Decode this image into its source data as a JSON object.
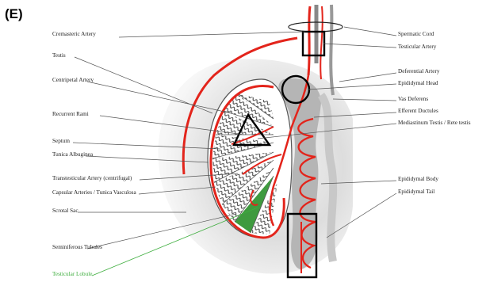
{
  "panel_label": "(E)",
  "labels_left": [
    "Cremasteric Artery",
    "Testis",
    "Centripetal Artery",
    "Recurrent Rami",
    "Septum",
    "Tunica Albuginea",
    "Transtesticular Artery (centrifugal)",
    "Capsular Arteries / Tunica Vasculosa",
    "Scrotal Sac",
    "Seminiferous Tubules",
    "Testicular Lobule"
  ],
  "labels_right": [
    "Spermatic Cord",
    "Testicular Artery",
    "Deferential Artery",
    "Epididymal Head",
    "Vas Deferens",
    "Efferent Ductules",
    "Mediastinum Testis / Rete testis",
    "Epididymal Body",
    "Epididymal Tail"
  ],
  "colors": {
    "artery": "#e3241b",
    "leader": "#555555",
    "lobule_leader": "#3fae3f",
    "lobule_fill": "#3f9a3f",
    "shading": "#d9d9d9",
    "epididymis": "#b5b5b5",
    "marker": "#000000"
  }
}
